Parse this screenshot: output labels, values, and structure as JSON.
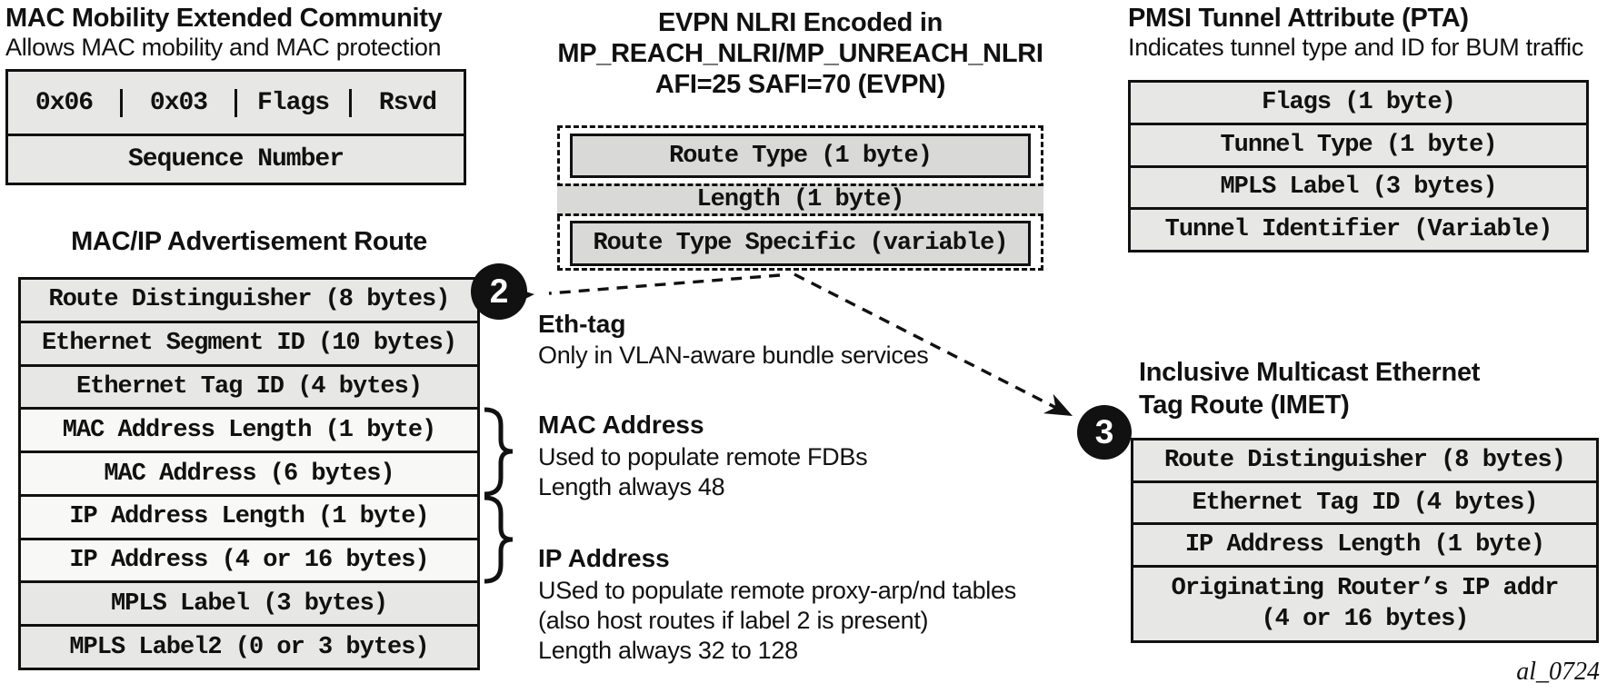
{
  "mac_mobility": {
    "title": "MAC Mobility Extended Community",
    "subtitle": "Allows MAC mobility and MAC protection",
    "cells": [
      "0x06",
      "0x03",
      "Flags",
      "Rsvd"
    ],
    "row2": "Sequence Number"
  },
  "mac_ip_route": {
    "title": "MAC/IP Advertisement Route",
    "marker": "2",
    "rows": [
      {
        "label": "Route Distinguisher (8 bytes)"
      },
      {
        "label": "Ethernet Segment ID (10 bytes)"
      },
      {
        "label": "Ethernet Tag ID (4 bytes)"
      },
      {
        "label": "MAC Address Length (1 byte)"
      },
      {
        "label": "MAC Address (6 bytes)"
      },
      {
        "label": "IP Address Length (1 byte)"
      },
      {
        "label": "IP Address (4 or 16 bytes)"
      },
      {
        "label": "MPLS Label (3 bytes)"
      },
      {
        "label": "MPLS Label2 (0 or 3 bytes)"
      }
    ]
  },
  "evpn_nlri": {
    "title_line1": "EVPN NLRI Encoded in",
    "title_line2": "MP_REACH_NLRI/MP_UNREACH_NLRI",
    "title_line3": "AFI=25 SAFI=70 (EVPN)",
    "rows": [
      "Route Type (1 byte)",
      "Length (1 byte)",
      "Route Type Specific (variable)"
    ]
  },
  "pmsi": {
    "title": "PMSI Tunnel Attribute (PTA)",
    "subtitle": "Indicates tunnel type and ID for BUM traffic",
    "rows": [
      "Flags (1 byte)",
      "Tunnel Type (1 byte)",
      "MPLS Label (3 bytes)",
      "Tunnel Identifier (Variable)"
    ]
  },
  "imet": {
    "title_line1": "Inclusive Multicast Ethernet",
    "title_line2": "Tag Route (IMET)",
    "marker": "3",
    "rows": [
      "Route Distinguisher (8 bytes)",
      "Ethernet Tag ID (4 bytes)",
      "IP Address Length (1 byte)",
      {
        "line1": "Originating Router’s IP addr",
        "line2": "(4 or 16 bytes)"
      }
    ]
  },
  "annotations": {
    "eth_tag_title": "Eth-tag",
    "eth_tag_body": "Only in VLAN-aware bundle services",
    "mac_title": "MAC Address",
    "mac_line1": "Used to populate remote FDBs",
    "mac_line2": "Length always 48",
    "ip_title": "IP Address",
    "ip_line1": "USed to populate remote proxy-arp/nd tables",
    "ip_line2": "(also host routes if label 2 is present)",
    "ip_line3": "Length always 32 to 128"
  },
  "footer": {
    "signature": "al_0724"
  },
  "colors": {
    "ink": "#111111",
    "fill_gray": "#e7e7e5",
    "fill_light": "#f8f8f6",
    "fill_mid": "#d9d9d7",
    "background": "#ffffff"
  }
}
